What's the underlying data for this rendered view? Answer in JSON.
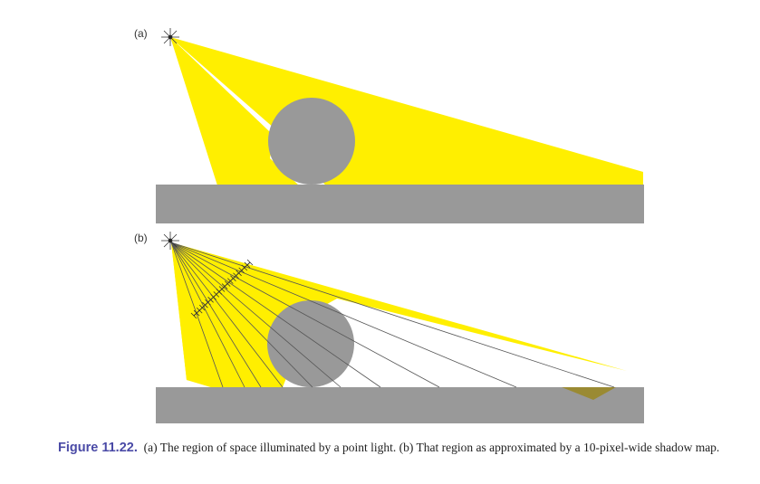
{
  "figure": {
    "panel_a_label": "(a)",
    "panel_b_label": "(b)",
    "caption_number": "Figure 11.22.",
    "caption_text": "(a) The region of space illuminated by a point light. (b) That region as approximated by a 10-pixel-wide shadow map.",
    "colors": {
      "light": "#ffef00",
      "object": "#999999",
      "ray": "#555555",
      "overlap": "#9a8a33",
      "caption_number": "#4a4aa6"
    },
    "icons": [
      "point-light-icon"
    ],
    "shadow_map_pixels": 10
  }
}
